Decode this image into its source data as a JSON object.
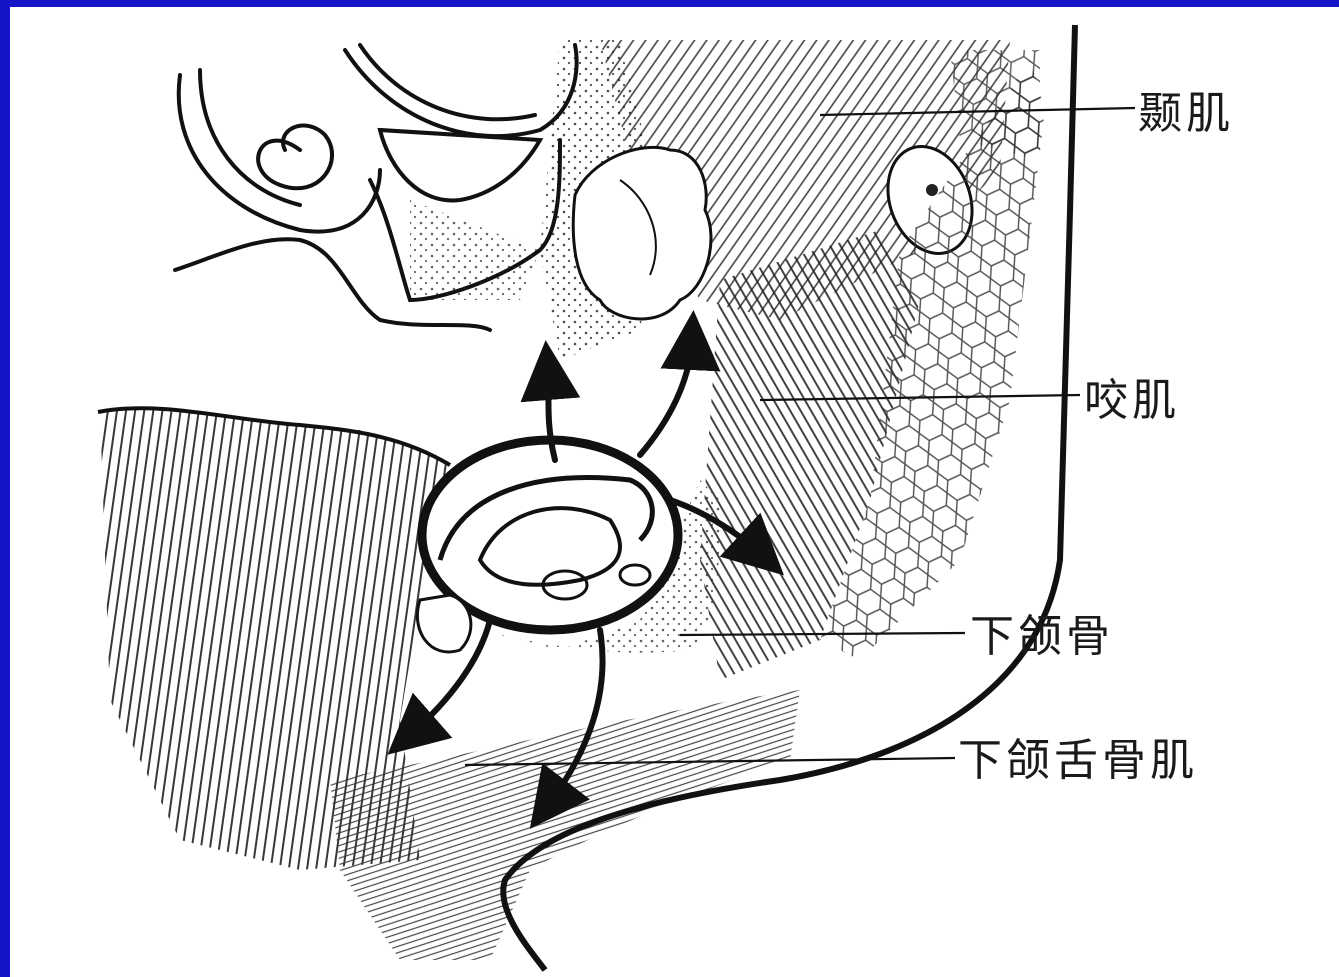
{
  "labels": {
    "temporalis": "颞肌",
    "masseter": "咬肌",
    "mandible": "下颌骨",
    "mylohyoid": "下颌舌骨肌"
  },
  "colors": {
    "frame": "#1414c8",
    "background": "#ffffff",
    "ink": "#1a1a1a"
  }
}
